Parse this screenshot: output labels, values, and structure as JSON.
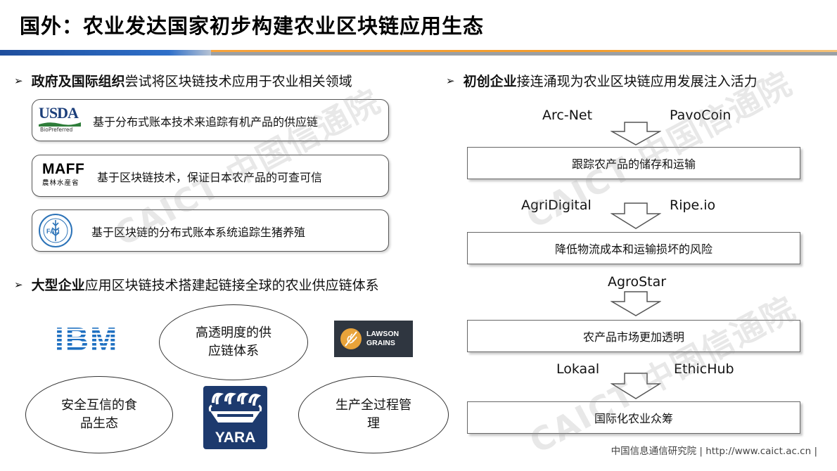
{
  "title": "国外：农业发达国家初步构建农业区块链应用生态",
  "left": {
    "gov_heading": {
      "bold": "政府及国际组织",
      "rest": "尝试将区块链技术应用于农业相关领域"
    },
    "gov_items": [
      {
        "logo": "USDA",
        "logo_sub": "BioPreferred",
        "text": "基于分布式账本技术来追踪有机产品的供应链"
      },
      {
        "logo": "MAFF",
        "logo_sub": "農林水産省",
        "text": "基于区块链技术，保证日本农产品的可查可信"
      },
      {
        "logo": "FAO",
        "text": "基于区块链的分布式账本系统追踪生猪养殖"
      }
    ],
    "corp_heading": {
      "bold": "大型企业",
      "rest": "应用区块链技术搭建起链接全球的农业供应链体系"
    },
    "logos": {
      "ibm": "IBM",
      "lawson_line1": "LAWSON",
      "lawson_line2": "GRAINS",
      "yara": "YARA"
    },
    "ellipses": [
      {
        "line1": "高透明度的供",
        "line2": "应链体系"
      },
      {
        "line1": "安全互信的食",
        "line2": "品生态"
      },
      {
        "line1": "生产全过程管",
        "line2": "理"
      }
    ]
  },
  "right": {
    "heading": {
      "bold": "初创企业",
      "rest": "接连涌现为农业区块链应用发展注入活力"
    },
    "steps": [
      {
        "companies": [
          "Arc-Net",
          "PavoCoin"
        ],
        "box": "跟踪农产品的储存和运输"
      },
      {
        "companies": [
          "AgriDigital",
          "Ripe.io"
        ],
        "box": "降低物流成本和运输损坏的风险"
      },
      {
        "companies": [
          "AgroStar"
        ],
        "box": "农产品市场更加透明"
      },
      {
        "companies": [
          "Lokaal",
          "EthicHub"
        ],
        "box": "国际化农业众筹"
      }
    ]
  },
  "watermark": "CAICT 中国信通院",
  "footer": "中国信息通信研究院  |  http://www.caict.ac.cn  |",
  "colors": {
    "brand_blue": "#1f4e9c",
    "accent_orange": "#f39c2a",
    "ibm_blue": "#1f70c1",
    "yara_navy": "#1d3a6e",
    "lawson_dark": "#2f3640"
  }
}
